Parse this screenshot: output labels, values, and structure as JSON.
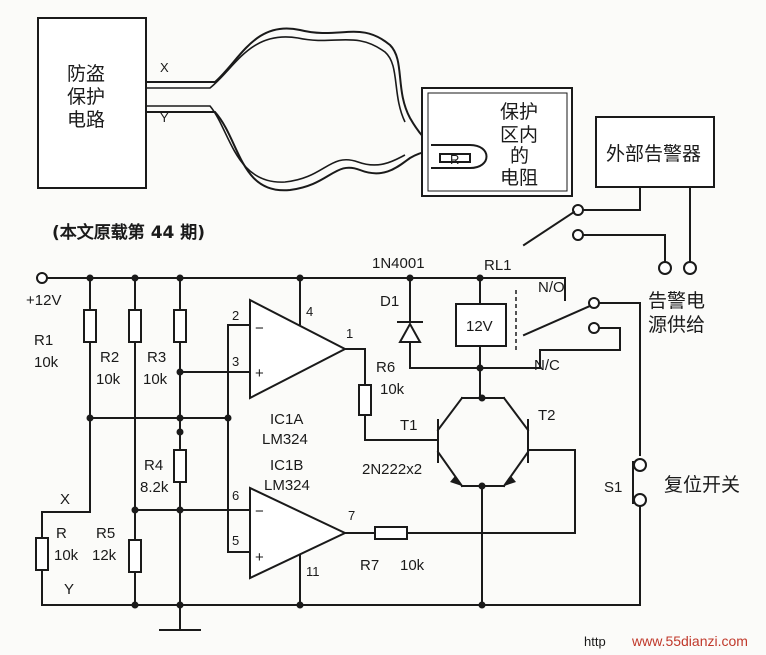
{
  "blocks": {
    "anti_theft": [
      "防盗",
      "保护",
      "电路"
    ],
    "protected_resistor": [
      "保护",
      "区内",
      "的",
      "电阻"
    ],
    "external_alarm": "外部告警器",
    "alarm_power": [
      "告警电",
      "源供给"
    ],
    "reset_switch": "复位开关"
  },
  "note": "(本文原载第 44 期)",
  "wires": {
    "x": "X",
    "y": "Y",
    "r_small": "R"
  },
  "supply": "+12V",
  "components": {
    "r1": [
      "R1",
      "10k"
    ],
    "r2": [
      "R2",
      "10k"
    ],
    "r3": [
      "R3",
      "10k"
    ],
    "r4": [
      "R4",
      "8.2k"
    ],
    "r5": [
      "R5",
      "12k"
    ],
    "r6": [
      "R6",
      "10k"
    ],
    "r7": [
      "R7",
      "10k"
    ],
    "r": [
      "R",
      "10k"
    ],
    "d1": "D1",
    "d1_part": "1N4001",
    "rl1": "RL1",
    "relay_v": "12V",
    "no": "N/O",
    "nc": "N/C",
    "t1": "T1",
    "t2": "T2",
    "transistor": "2N222x2",
    "ic1a": [
      "IC1A",
      "LM324"
    ],
    "ic1b": [
      "IC1B",
      "LM324"
    ],
    "s1": "S1",
    "node_x": "X",
    "node_y": "Y"
  },
  "pins": {
    "p1": "1",
    "p2": "2",
    "p3": "3",
    "p4": "4",
    "p5": "5",
    "p6": "6",
    "p7": "7",
    "p11": "11",
    "minus_a": "−",
    "plus_a": "+",
    "minus_b": "−",
    "plus_b": "+"
  },
  "watermark": {
    "prefix": "http",
    "url": "www.55dianzi.com"
  }
}
